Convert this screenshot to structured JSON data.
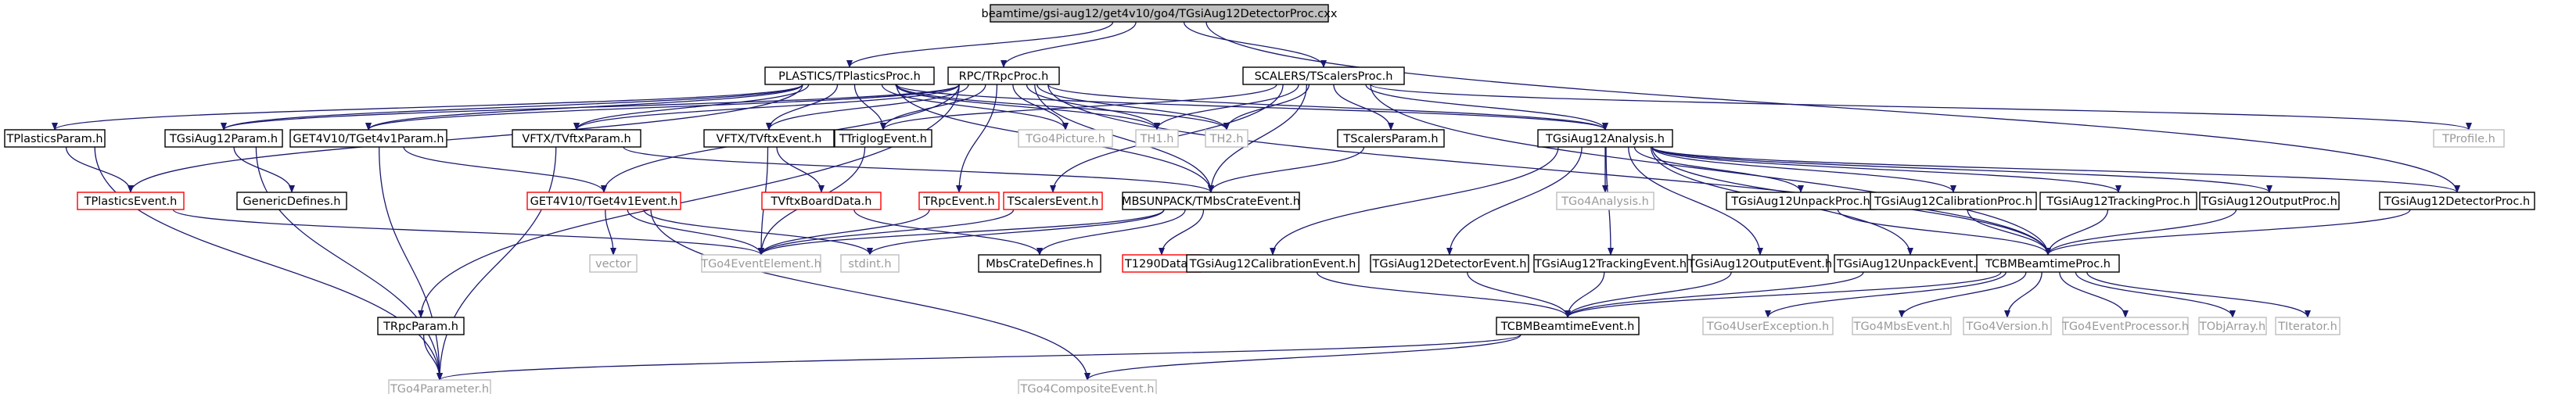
{
  "colors": {
    "edge": "#191970",
    "node_border": "#000000",
    "undocumented_border": "#ff0000",
    "external_border": "#bfbfbf",
    "root_fill": "#bfbfbf"
  },
  "nodes": [
    {
      "id": "root",
      "label": "beamtime/gsi-aug12/get4v10/go4/TGsiAug12DetectorProc.cxx",
      "style": "root"
    },
    {
      "id": "plastics_proc",
      "label": "PLASTICS/TPlasticsProc.h",
      "style": "normal"
    },
    {
      "id": "rpc_proc",
      "label": "RPC/TRpcProc.h",
      "style": "normal"
    },
    {
      "id": "scalers_proc",
      "label": "SCALERS/TScalersProc.h",
      "style": "normal"
    },
    {
      "id": "plastics_param",
      "label": "TPlasticsParam.h",
      "style": "normal"
    },
    {
      "id": "gsi_param",
      "label": "TGsiAug12Param.h",
      "style": "normal"
    },
    {
      "id": "get4_param",
      "label": "GET4V10/TGet4v1Param.h",
      "style": "normal"
    },
    {
      "id": "vftx_param",
      "label": "VFTX/TVftxParam.h",
      "style": "normal"
    },
    {
      "id": "vftx_event",
      "label": "VFTX/TVftxEvent.h",
      "style": "normal"
    },
    {
      "id": "triglog",
      "label": "TTriglogEvent.h",
      "style": "normal"
    },
    {
      "id": "go4picture",
      "label": "TGo4Picture.h",
      "style": "gray"
    },
    {
      "id": "th1",
      "label": "TH1.h",
      "style": "gray"
    },
    {
      "id": "th2",
      "label": "TH2.h",
      "style": "gray"
    },
    {
      "id": "scalers_param",
      "label": "TScalersParam.h",
      "style": "normal"
    },
    {
      "id": "gsi_analysis",
      "label": "TGsiAug12Analysis.h",
      "style": "normal"
    },
    {
      "id": "tprofile",
      "label": "TProfile.h",
      "style": "gray"
    },
    {
      "id": "plastics_event",
      "label": "TPlasticsEvent.h",
      "style": "red"
    },
    {
      "id": "generic_defines",
      "label": "GenericDefines.h",
      "style": "normal"
    },
    {
      "id": "get4_event",
      "label": "GET4V10/TGet4v1Event.h",
      "style": "red"
    },
    {
      "id": "vftx_board",
      "label": "TVftxBoardData.h",
      "style": "red"
    },
    {
      "id": "rpc_event",
      "label": "TRpcEvent.h",
      "style": "red"
    },
    {
      "id": "scalers_event",
      "label": "TScalersEvent.h",
      "style": "red"
    },
    {
      "id": "mbs_crate_event",
      "label": "MBSUNPACK/TMbsCrateEvent.h",
      "style": "normal"
    },
    {
      "id": "go4_analysis",
      "label": "TGo4Analysis.h",
      "style": "gray"
    },
    {
      "id": "gsi_unpack_proc",
      "label": "TGsiAug12UnpackProc.h",
      "style": "normal"
    },
    {
      "id": "gsi_calib_proc",
      "label": "TGsiAug12CalibrationProc.h",
      "style": "normal"
    },
    {
      "id": "gsi_tracking_proc",
      "label": "TGsiAug12TrackingProc.h",
      "style": "normal"
    },
    {
      "id": "gsi_output_proc",
      "label": "TGsiAug12OutputProc.h",
      "style": "normal"
    },
    {
      "id": "gsi_detector_proc",
      "label": "TGsiAug12DetectorProc.h",
      "style": "normal"
    },
    {
      "id": "vector",
      "label": "vector",
      "style": "gray"
    },
    {
      "id": "go4_event_element",
      "label": "TGo4EventElement.h",
      "style": "gray"
    },
    {
      "id": "stdint",
      "label": "stdint.h",
      "style": "gray"
    },
    {
      "id": "mbs_crate_defines",
      "label": "MbsCrateDefines.h",
      "style": "normal"
    },
    {
      "id": "t1290",
      "label": "T1290Data.h",
      "style": "red"
    },
    {
      "id": "gsi_calib_event",
      "label": "TGsiAug12CalibrationEvent.h",
      "style": "normal"
    },
    {
      "id": "gsi_detector_event",
      "label": "TGsiAug12DetectorEvent.h",
      "style": "normal"
    },
    {
      "id": "gsi_tracking_event",
      "label": "TGsiAug12TrackingEvent.h",
      "style": "normal"
    },
    {
      "id": "gsi_output_event",
      "label": "TGsiAug12OutputEvent.h",
      "style": "normal"
    },
    {
      "id": "gsi_unpack_event",
      "label": "TGsiAug12UnpackEvent.h",
      "style": "normal"
    },
    {
      "id": "cbm_proc",
      "label": "TCBMBeamtimeProc.h",
      "style": "normal"
    },
    {
      "id": "rpc_param",
      "label": "TRpcParam.h",
      "style": "normal"
    },
    {
      "id": "cbm_event",
      "label": "TCBMBeamtimeEvent.h",
      "style": "normal"
    },
    {
      "id": "user_exception",
      "label": "TGo4UserException.h",
      "style": "gray"
    },
    {
      "id": "mbs_event",
      "label": "TGo4MbsEvent.h",
      "style": "gray"
    },
    {
      "id": "go4_version",
      "label": "TGo4Version.h",
      "style": "gray"
    },
    {
      "id": "event_processor",
      "label": "TGo4EventProcessor.h",
      "style": "gray"
    },
    {
      "id": "tobjarray",
      "label": "TObjArray.h",
      "style": "gray"
    },
    {
      "id": "titerator",
      "label": "TIterator.h",
      "style": "gray"
    },
    {
      "id": "go4_parameter",
      "label": "TGo4Parameter.h",
      "style": "gray"
    },
    {
      "id": "composite_event",
      "label": "TGo4CompositeEvent.h",
      "style": "gray"
    }
  ],
  "edges": [
    [
      "root",
      "plastics_proc"
    ],
    [
      "root",
      "rpc_proc"
    ],
    [
      "root",
      "scalers_proc"
    ],
    [
      "root",
      "gsi_detector_proc"
    ],
    [
      "plastics_proc",
      "plastics_param"
    ],
    [
      "plastics_proc",
      "gsi_param"
    ],
    [
      "plastics_proc",
      "get4_param"
    ],
    [
      "plastics_proc",
      "vftx_param"
    ],
    [
      "plastics_proc",
      "vftx_event"
    ],
    [
      "plastics_proc",
      "triglog"
    ],
    [
      "plastics_proc",
      "go4picture"
    ],
    [
      "plastics_proc",
      "th1"
    ],
    [
      "plastics_proc",
      "th2"
    ],
    [
      "plastics_proc",
      "plastics_event"
    ],
    [
      "plastics_proc",
      "mbs_crate_event"
    ],
    [
      "plastics_proc",
      "gsi_analysis"
    ],
    [
      "rpc_proc",
      "gsi_param"
    ],
    [
      "rpc_proc",
      "get4_param"
    ],
    [
      "rpc_proc",
      "vftx_param"
    ],
    [
      "rpc_proc",
      "vftx_event"
    ],
    [
      "rpc_proc",
      "triglog"
    ],
    [
      "rpc_proc",
      "go4picture"
    ],
    [
      "rpc_proc",
      "th1"
    ],
    [
      "rpc_proc",
      "th2"
    ],
    [
      "rpc_proc",
      "rpc_event"
    ],
    [
      "rpc_proc",
      "get4_event"
    ],
    [
      "rpc_proc",
      "mbs_crate_event"
    ],
    [
      "rpc_proc",
      "gsi_analysis"
    ],
    [
      "rpc_proc",
      "rpc_param"
    ],
    [
      "rpc_proc",
      "cbm_proc"
    ],
    [
      "scalers_proc",
      "scalers_param"
    ],
    [
      "scalers_proc",
      "triglog"
    ],
    [
      "scalers_proc",
      "th1"
    ],
    [
      "scalers_proc",
      "th2"
    ],
    [
      "scalers_proc",
      "tprofile"
    ],
    [
      "scalers_proc",
      "gsi_analysis"
    ],
    [
      "scalers_proc",
      "scalers_event"
    ],
    [
      "scalers_proc",
      "mbs_crate_event"
    ],
    [
      "scalers_proc",
      "cbm_proc"
    ],
    [
      "plastics_param",
      "plastics_event"
    ],
    [
      "plastics_param",
      "go4_parameter"
    ],
    [
      "gsi_param",
      "generic_defines"
    ],
    [
      "gsi_param",
      "go4_parameter"
    ],
    [
      "get4_param",
      "get4_event"
    ],
    [
      "get4_param",
      "go4_parameter"
    ],
    [
      "vftx_param",
      "mbs_crate_event"
    ],
    [
      "vftx_param",
      "go4_parameter"
    ],
    [
      "vftx_event",
      "vftx_board"
    ],
    [
      "vftx_event",
      "go4_event_element"
    ],
    [
      "triglog",
      "go4_event_element"
    ],
    [
      "scalers_param",
      "mbs_crate_event"
    ],
    [
      "gsi_analysis",
      "go4_analysis"
    ],
    [
      "gsi_analysis",
      "gsi_unpack_proc"
    ],
    [
      "gsi_analysis",
      "gsi_calib_proc"
    ],
    [
      "gsi_analysis",
      "gsi_tracking_proc"
    ],
    [
      "gsi_analysis",
      "gsi_output_proc"
    ],
    [
      "gsi_analysis",
      "gsi_detector_proc"
    ],
    [
      "gsi_analysis",
      "gsi_calib_event"
    ],
    [
      "gsi_analysis",
      "gsi_detector_event"
    ],
    [
      "gsi_analysis",
      "gsi_tracking_event"
    ],
    [
      "gsi_analysis",
      "gsi_output_event"
    ],
    [
      "gsi_analysis",
      "gsi_unpack_event"
    ],
    [
      "gsi_analysis",
      "cbm_proc"
    ],
    [
      "plastics_event",
      "go4_event_element"
    ],
    [
      "get4_event",
      "vector"
    ],
    [
      "get4_event",
      "go4_event_element"
    ],
    [
      "get4_event",
      "stdint"
    ],
    [
      "get4_event",
      "composite_event"
    ],
    [
      "vftx_board",
      "mbs_crate_defines"
    ],
    [
      "rpc_event",
      "go4_event_element"
    ],
    [
      "scalers_event",
      "go4_event_element"
    ],
    [
      "mbs_crate_event",
      "go4_event_element"
    ],
    [
      "mbs_crate_event",
      "stdint"
    ],
    [
      "mbs_crate_event",
      "mbs_crate_defines"
    ],
    [
      "mbs_crate_event",
      "t1290"
    ],
    [
      "gsi_unpack_proc",
      "cbm_proc"
    ],
    [
      "gsi_calib_proc",
      "cbm_proc"
    ],
    [
      "gsi_tracking_proc",
      "cbm_proc"
    ],
    [
      "gsi_output_proc",
      "cbm_proc"
    ],
    [
      "gsi_detector_proc",
      "cbm_proc"
    ],
    [
      "gsi_calib_event",
      "cbm_event"
    ],
    [
      "gsi_detector_event",
      "cbm_event"
    ],
    [
      "gsi_tracking_event",
      "cbm_event"
    ],
    [
      "gsi_output_event",
      "cbm_event"
    ],
    [
      "gsi_unpack_event",
      "cbm_event"
    ],
    [
      "cbm_proc",
      "cbm_event"
    ],
    [
      "cbm_proc",
      "user_exception"
    ],
    [
      "cbm_proc",
      "mbs_event"
    ],
    [
      "cbm_proc",
      "go4_version"
    ],
    [
      "cbm_proc",
      "event_processor"
    ],
    [
      "cbm_proc",
      "tobjarray"
    ],
    [
      "cbm_proc",
      "titerator"
    ],
    [
      "rpc_param",
      "go4_parameter"
    ],
    [
      "cbm_event",
      "go4_parameter"
    ],
    [
      "cbm_event",
      "composite_event"
    ]
  ]
}
